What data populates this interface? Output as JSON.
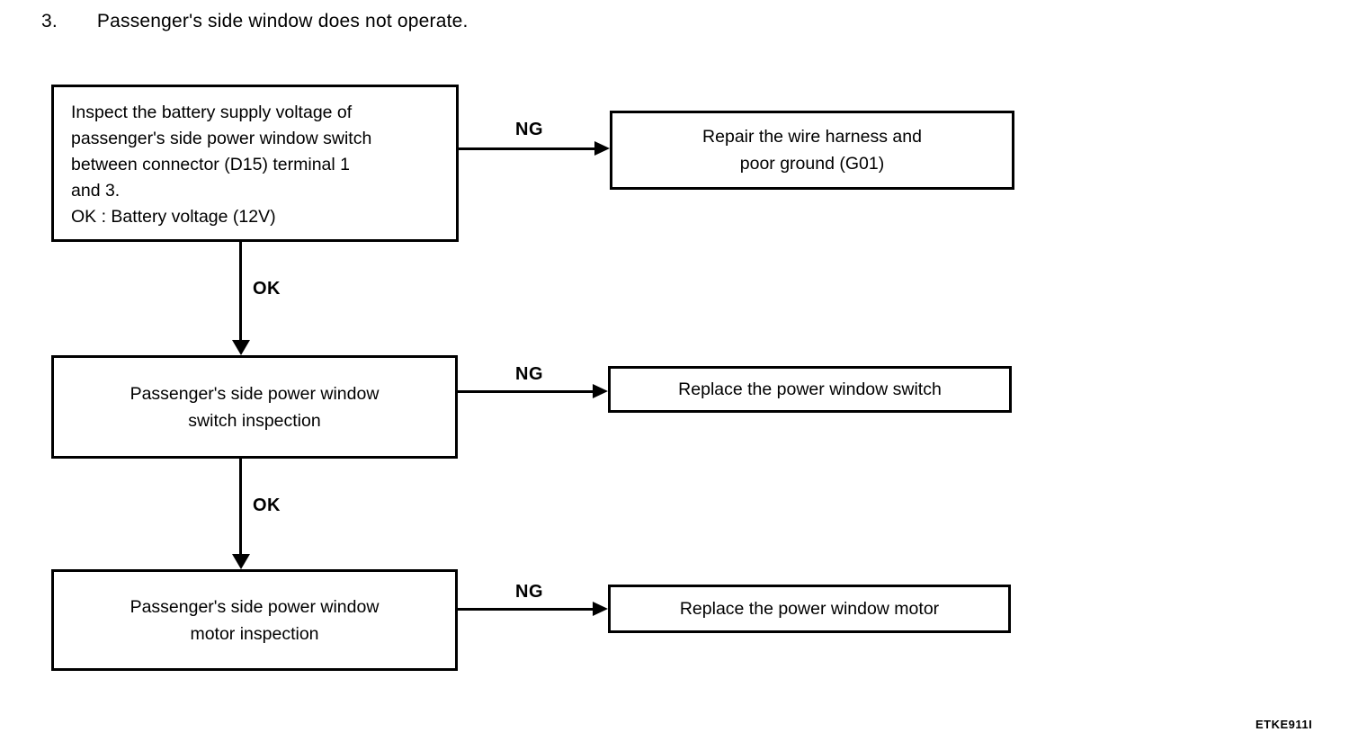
{
  "title": {
    "number": "3.",
    "text": "Passenger's side window does not operate."
  },
  "labels": {
    "ng": "NG",
    "ok": "OK"
  },
  "flowchart": {
    "type": "troubleshooting-flowchart",
    "step1": {
      "test": "Inspect the battery supply voltage of\npassenger's side power window switch\nbetween connector (D15) terminal 1\nand 3.\nOK : Battery voltage (12V)",
      "ng_action": "Repair the wire harness and\npoor ground (G01)"
    },
    "step2": {
      "test": "Passenger's side power window\nswitch inspection",
      "ng_action": "Replace the power window switch"
    },
    "step3": {
      "test": "Passenger's side power window\nmotor inspection",
      "ng_action": "Replace the power window motor"
    },
    "edges": [
      "step1 --NG--> repair the wire harness and poor ground (G01)",
      "step1 --OK--> step2",
      "step2 --NG--> replace the power window switch",
      "step2 --OK--> step3",
      "step3 --NG--> replace the power window motor"
    ]
  },
  "footer": {
    "code": "ETKE911I"
  }
}
